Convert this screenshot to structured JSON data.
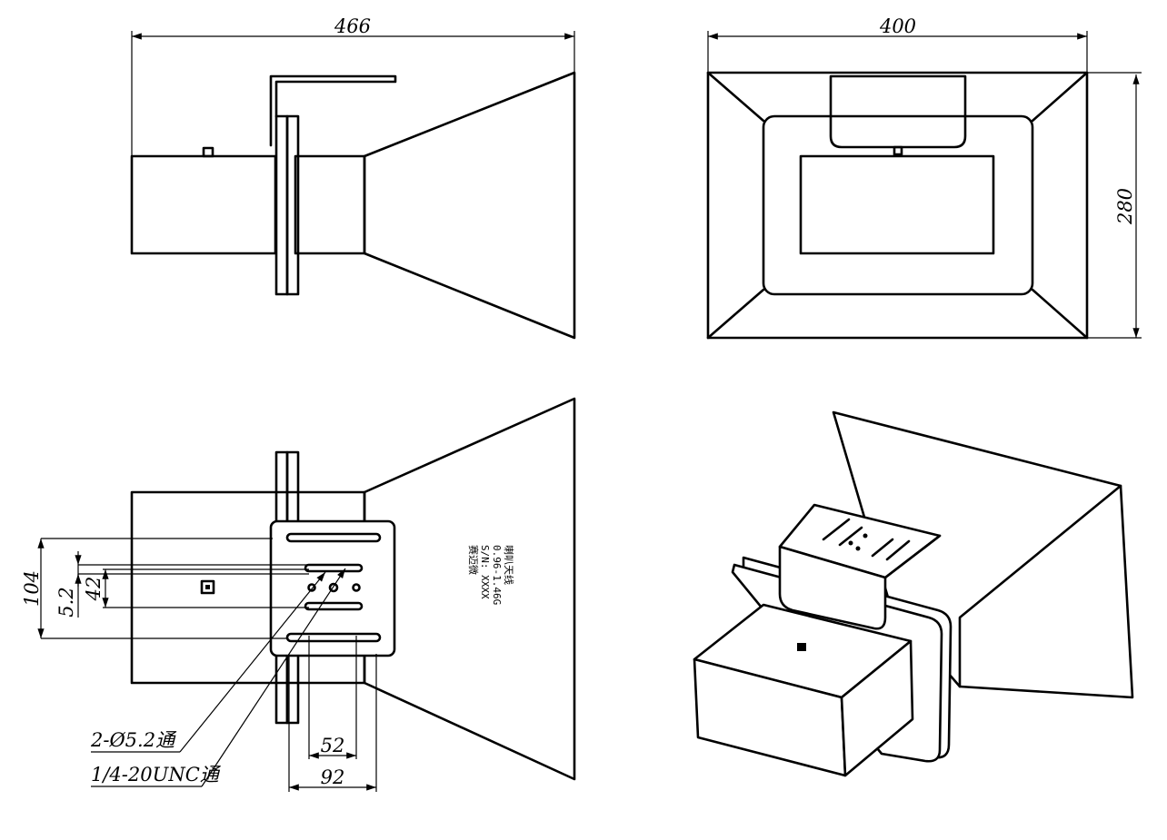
{
  "dimensions": {
    "side_length": "466",
    "front_width": "400",
    "front_height": "280",
    "bracket_outer_vertical": "104",
    "hole_offset": "5.2",
    "slot_spacing": "42",
    "slot_span_inner": "52",
    "slot_span_outer": "92"
  },
  "callouts": {
    "holes": "2-Ø5.2通",
    "thread": "1/4-20UNC通"
  },
  "nameplate": {
    "title": "喇叭天线",
    "freq": "0.96-1.46G",
    "serial": "S/N: XXXX",
    "maker": "赛迈微"
  }
}
